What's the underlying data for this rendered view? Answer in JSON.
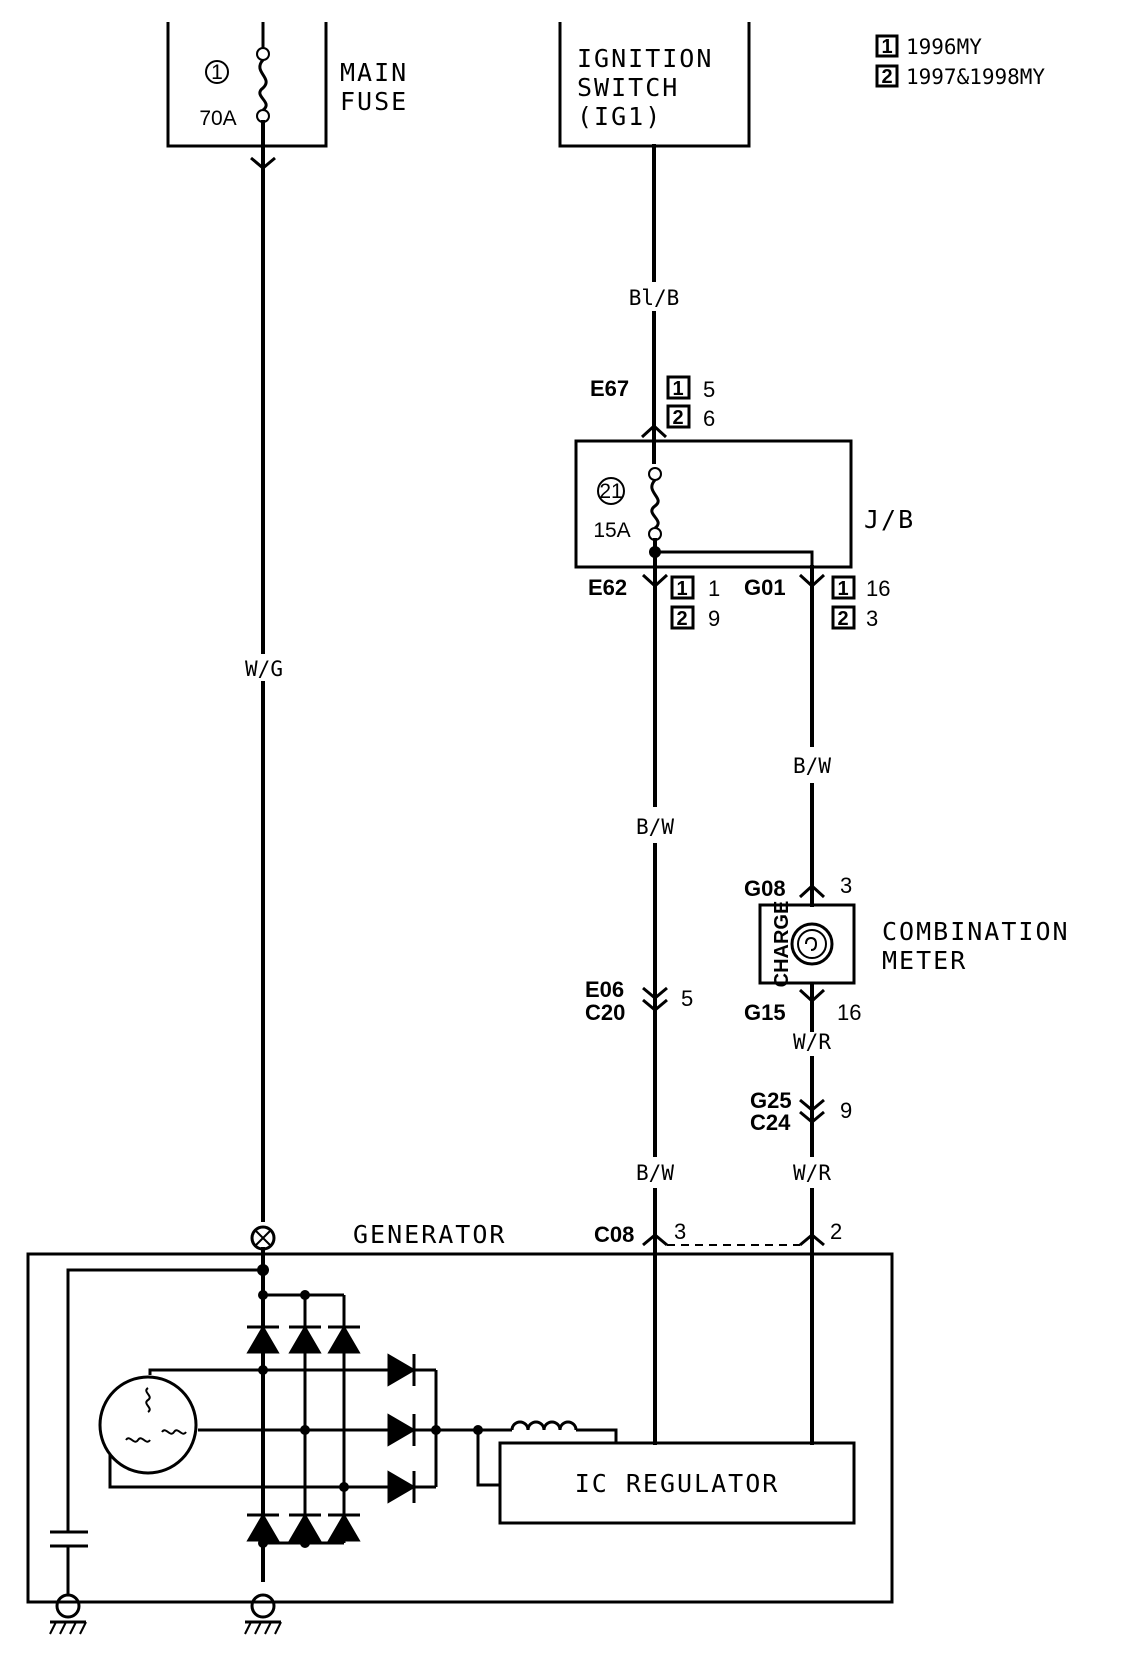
{
  "legend": [
    {
      "num": "1",
      "text": "1996MY"
    },
    {
      "num": "2",
      "text": "1997&1998MY"
    }
  ],
  "main_fuse": {
    "label_line1": "MAIN",
    "label_line2": "FUSE",
    "number": "1",
    "rating": "70A"
  },
  "ignition_switch": {
    "line1": "IGNITION",
    "line2": "SWITCH",
    "line3": "(IG1)"
  },
  "junction_box": {
    "label": "J/B",
    "fuse_number": "21",
    "fuse_rating": "15A"
  },
  "combination_meter": {
    "line1": "COMBINATION",
    "line2": "METER",
    "lamp_label": "CHARGE"
  },
  "generator": {
    "label": "GENERATOR",
    "regulator": "IC REGULATOR"
  },
  "wires": {
    "main": "W/G",
    "ig_top": "Bl/B",
    "left_mid": "B/W",
    "left_bottom": "B/W",
    "right_mid": "B/W",
    "right_after_meter": "W/R",
    "right_bottom": "W/R"
  },
  "connectors": {
    "e67": {
      "name": "E67",
      "pin1": "5",
      "pin2": "6"
    },
    "e62": {
      "name": "E62",
      "pin1": "1",
      "pin2": "9"
    },
    "g01": {
      "name": "G01",
      "pin1": "16",
      "pin2": "3"
    },
    "g08": {
      "name": "G08",
      "pin": "3"
    },
    "g15": {
      "name": "G15",
      "pin": "16"
    },
    "e06": {
      "name_a": "E06",
      "name_b": "C20",
      "pin": "5"
    },
    "g25": {
      "name_a": "G25",
      "name_b": "C24",
      "pin": "9"
    },
    "c08": {
      "name": "C08",
      "pin_left": "3",
      "pin_right": "2"
    }
  },
  "badges": {
    "one": "1",
    "two": "2"
  }
}
